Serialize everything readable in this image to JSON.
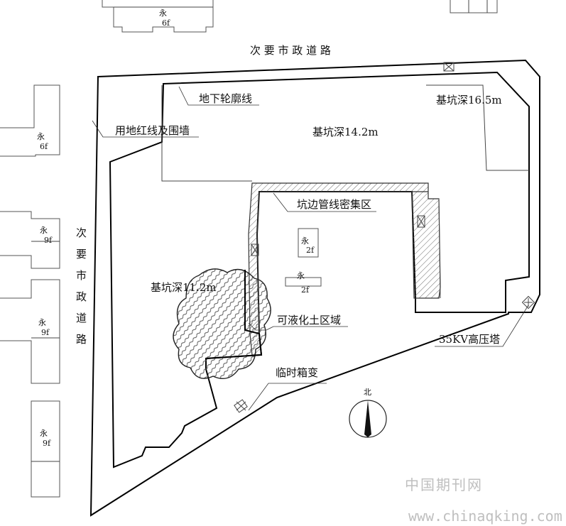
{
  "roads": {
    "top": "次 要 市 政 道 路",
    "left": [
      "次",
      "要",
      "市",
      "政",
      "道",
      "路"
    ]
  },
  "labels": {
    "underground_outline": "地下轮廓线",
    "red_line_wall": "用地红线及围墙",
    "pit_16_5": "基坑深16.5m",
    "pit_14_2": "基坑深14.2m",
    "pit_11_2": "基坑深11.2m",
    "pipeline_zone": "坑边管线密集区",
    "liquefiable_zone": "可液化土区域",
    "temp_transformer": "临时箱变",
    "tower_35kv": "35KV高压塔"
  },
  "buildings": [
    {
      "id": "top-left",
      "line1": "永",
      "line2": "6f"
    },
    {
      "id": "left-1",
      "line1": "永",
      "line2": "6f"
    },
    {
      "id": "left-2",
      "line1": "永",
      "line2": "9f"
    },
    {
      "id": "left-3",
      "line1": "永",
      "line2": "9f"
    },
    {
      "id": "left-4",
      "line1": "永",
      "line2": "9f"
    },
    {
      "id": "inner-1",
      "line1": "永",
      "line2": "2f"
    },
    {
      "id": "inner-2",
      "line1": "永",
      "line2": "2f"
    }
  ],
  "compass": {
    "north_char": "北"
  },
  "watermark": {
    "cn": "中国期刊网",
    "url": "www.chinaqking.com"
  }
}
